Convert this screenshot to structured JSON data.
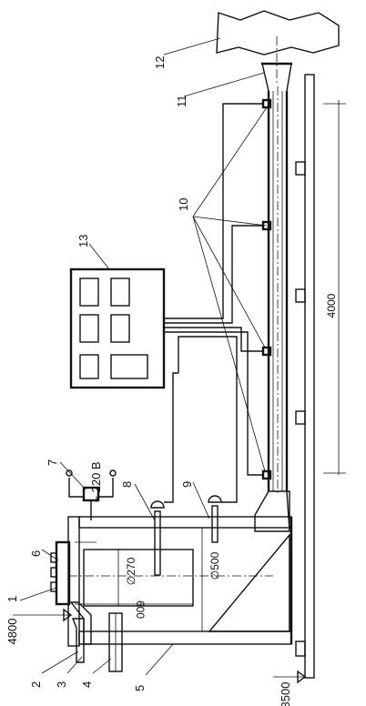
{
  "labels": {
    "l1": "1",
    "l2": "2",
    "l3": "3",
    "l4": "4",
    "l5": "5",
    "l6": "6",
    "l7": "7",
    "l8": "8",
    "l9": "9",
    "l10": "10",
    "l11": "11",
    "l12": "12",
    "l13": "13"
  },
  "dimensions": {
    "length": "4000",
    "inner_diameter": "∅270",
    "outer_diameter": "∅500",
    "depth": "600",
    "level_top": "4800",
    "level_base": "3500",
    "voltage": "~ 220 B"
  }
}
